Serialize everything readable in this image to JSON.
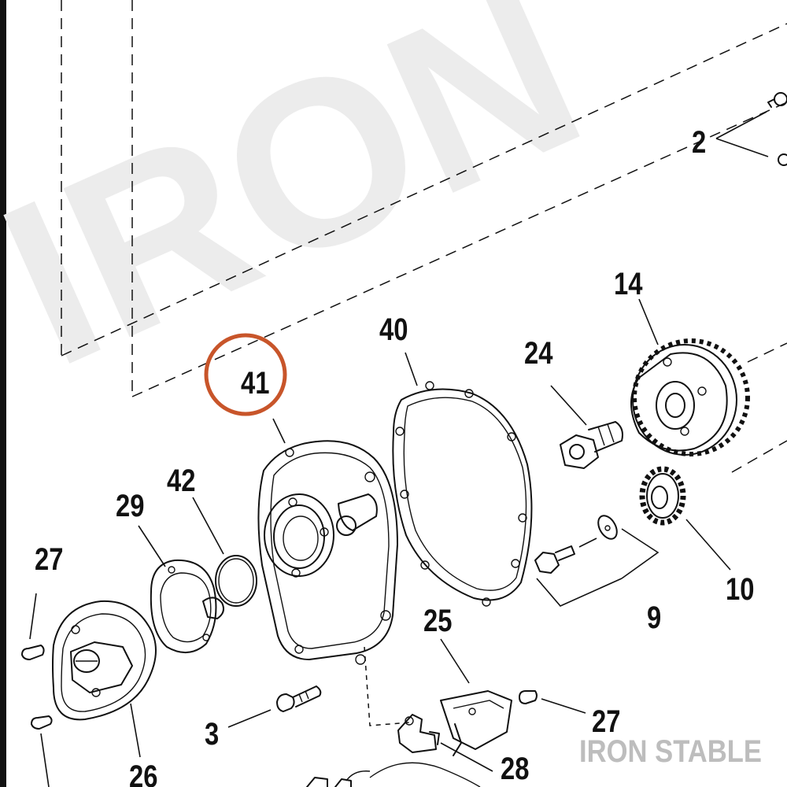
{
  "watermark": {
    "text": "IRON"
  },
  "brand": {
    "text": "IRON STABLE"
  },
  "highlight": {
    "color": "#c8552a",
    "part": "41"
  },
  "callouts": {
    "p2": "2",
    "p14": "14",
    "p40": "40",
    "p24": "24",
    "p41": "41",
    "p42": "42",
    "p29": "29",
    "p27a": "27",
    "p10": "10",
    "p9": "9",
    "p25": "25",
    "p27b": "27",
    "p3": "3",
    "p26": "26",
    "p28": "28"
  }
}
